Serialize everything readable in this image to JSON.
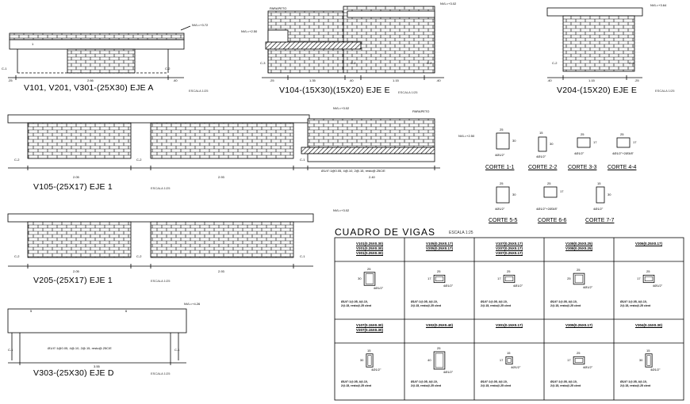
{
  "drawing": {
    "titles": {
      "v101": "V101, V201, V301-(25X30) EJE A",
      "v104": "V104-(15X30)(15X20) EJE E",
      "v204": "V204-(15X20) EJE E",
      "v105": "V105-(25X17) EJE 1",
      "v205": "V205-(25X17) EJE 1",
      "v303": "V303-(25X30) EJE D"
    },
    "escala_note": "ESCALA 1/25",
    "levels": {
      "v101": "NVL=+3.72",
      "v104_top": "NVL=+3.02",
      "v104_left": "NVL=+2.50",
      "v204": "NVL=+3.64",
      "v105_top": "NVL=+3.02",
      "v105_right": "NVL=+2.50",
      "v205": "NVL=+3.02",
      "v303": "NVL=+4.26"
    },
    "parapeto": "PARAPETO",
    "axes": {
      "c1": "C-1",
      "c2": "C-2",
      "c3": "C-3"
    },
    "dims": {
      "d25": ".25",
      "d40": ".40",
      "d15": ".15",
      "d20": ".20",
      "d10": ".10",
      "d30": ".30",
      "d35": ".35",
      "d45": ".45",
      "v101_span": "2.66",
      "v104_span1": "1.35",
      "v104_span2": "1.15",
      "v204_span": "1.15",
      "v105_span1": "2.05",
      "v105_span2": "2.93",
      "v105_span3": "2.40",
      "v205_span1": "2.05",
      "v205_span2": "2.93",
      "v303_span": "3.55"
    },
    "rebar_note": "Ø1/4\":1@0.05, 4@.10, 2@.15, resto@.25C/E",
    "section_marks": {
      "n1": "1",
      "n2": "2",
      "n3": "3",
      "n4": "4",
      "n5": "5",
      "n6": "6",
      "n7": "7"
    },
    "cortes": [
      {
        "label": "CORTE 1-1",
        "w": "25",
        "h": "30",
        "bars": "4Ø1/2\""
      },
      {
        "label": "CORTE 2-2",
        "w": "15",
        "h": "30",
        "bars": "4Ø1/2\""
      },
      {
        "label": "CORTE 3-3",
        "w": "25",
        "h": "17",
        "bars": "4Ø1/2\""
      },
      {
        "label": "CORTE 4-4",
        "w": "25",
        "h": "17",
        "bars": "4Ø1/2\"+2Ø3/8\""
      },
      {
        "label": "CORTE 5-5",
        "w": "25",
        "h": "30",
        "bars": "4Ø1/2\""
      },
      {
        "label": "CORTE 6-6",
        "w": "25",
        "h": "17",
        "bars": "4Ø1/2\"+2Ø3/8\""
      },
      {
        "label": "CORTE 7-7",
        "w": "15",
        "h": "30",
        "bars": "4Ø1/2\""
      }
    ],
    "cuadro": {
      "title": "CUADRO DE VIGAS",
      "escala": "ESCALA 1:25",
      "bars": "4Ø1/2\"",
      "spec1": "Ø1/4\":1@.05, 4@.10,",
      "spec2": "2@.15, resto@.25 c/ext",
      "cells": [
        {
          "names": [
            "V101(0.25X0.30)",
            "V201(0.25X0.30)",
            "V301(0.25X0.30)"
          ],
          "w": "25",
          "h": "30"
        },
        {
          "names": [
            "V105(0.25X0.17)",
            "V205(0.25X0.17)"
          ],
          "w": "25",
          "h": "17"
        },
        {
          "names": [
            "V107(0.25X0.17)",
            "V207(0.25X0.17)",
            "V307(0.25X0.17)"
          ],
          "w": "25",
          "h": "17"
        },
        {
          "names": [
            "V108(0.25X0.25)",
            "V308(0.25X0.25)"
          ],
          "w": "25",
          "h": "25"
        },
        {
          "names": [
            "V306(0.25X0.17)"
          ],
          "w": "25",
          "h": "17"
        },
        {
          "names": [
            "V107(0.15X0.30)",
            "V207(0.15X0.30)"
          ],
          "w": "15",
          "h": "30"
        },
        {
          "names": [
            "V302(0.25X0.40)"
          ],
          "w": "25",
          "h": "40"
        },
        {
          "names": [
            "V301(0.15X0.17)"
          ],
          "w": "15",
          "h": "17"
        },
        {
          "names": [
            "V309(0.25X0.17)"
          ],
          "w": "25",
          "h": "17"
        },
        {
          "names": [
            "V304(0.15X0.30)"
          ],
          "w": "15",
          "h": "30"
        }
      ]
    }
  }
}
